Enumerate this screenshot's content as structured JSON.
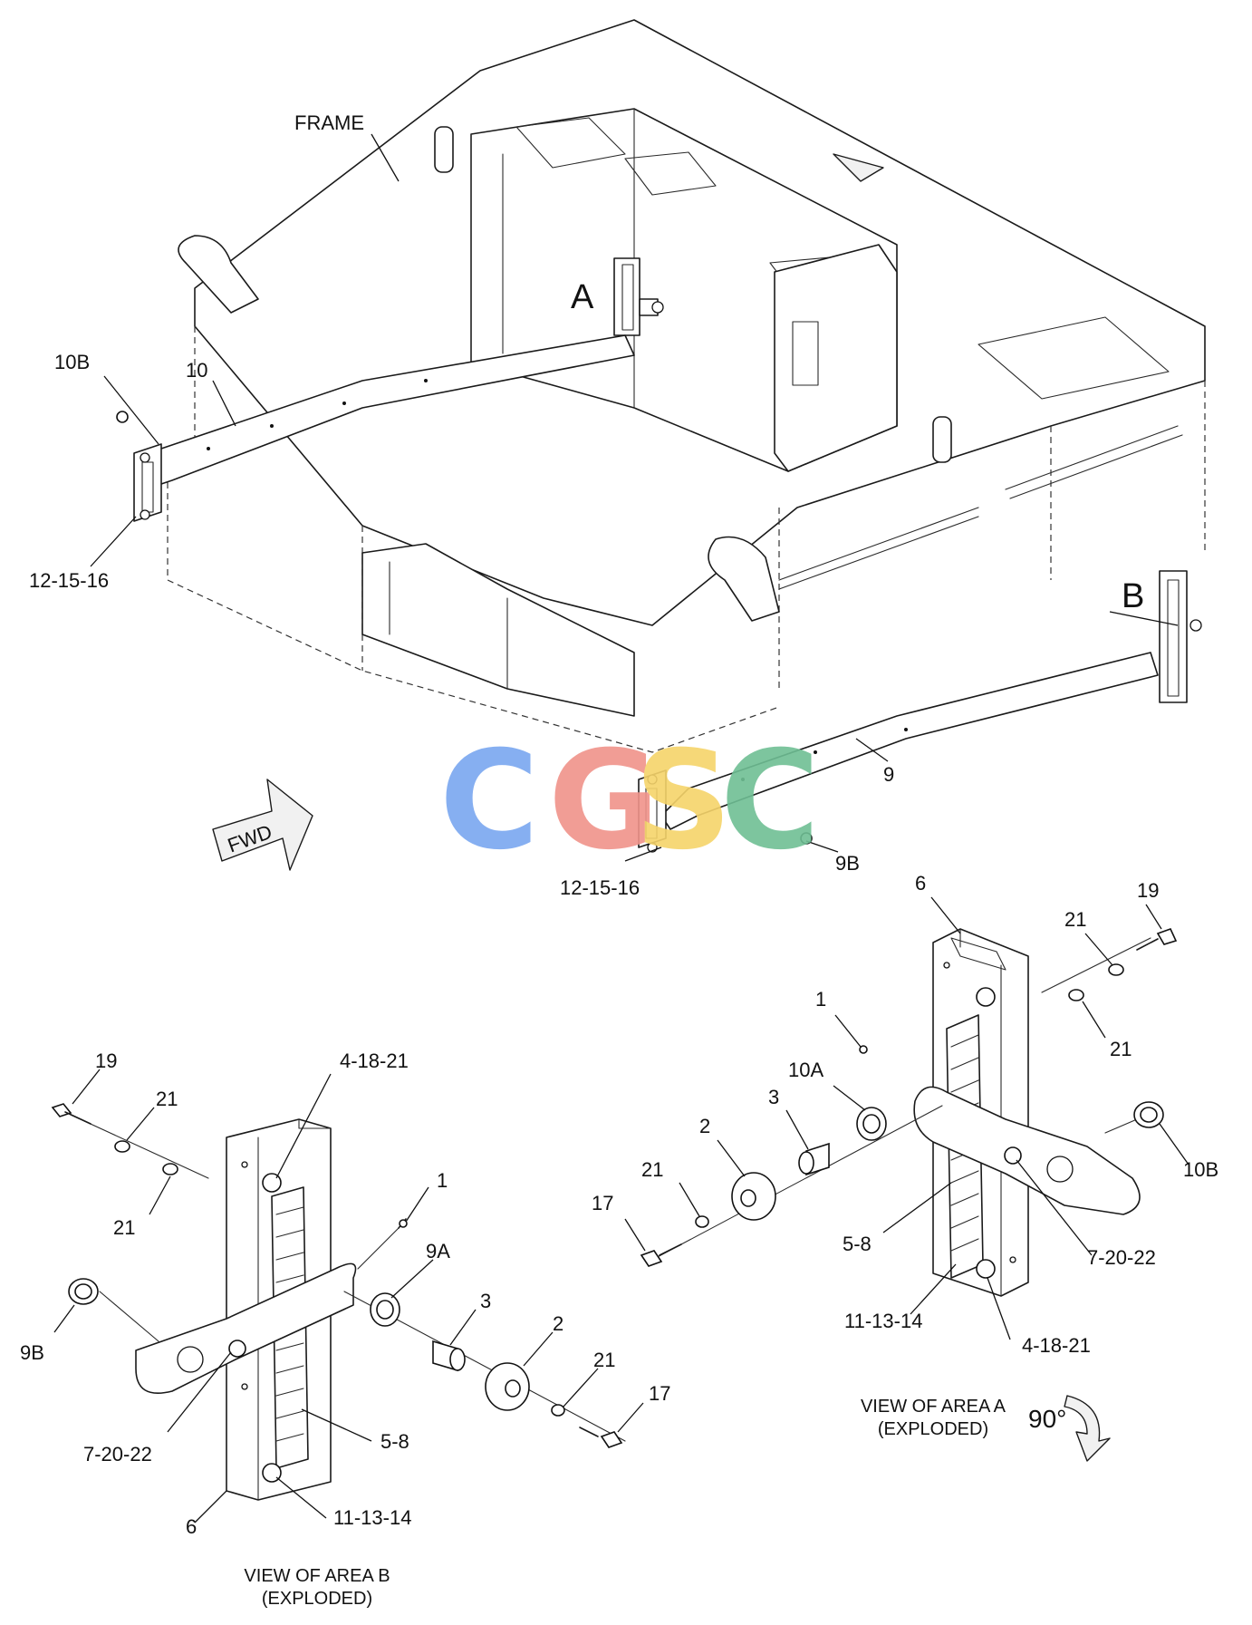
{
  "labels": {
    "frame": "FRAME",
    "area_a": "A",
    "area_b": "B",
    "fwd": "FWD",
    "p10b_top": "10B",
    "p10_top": "10",
    "p12_left": "12-15-16",
    "p9_top": "9",
    "p9b_top": "9B",
    "p12_mid": "12-15-16",
    "b_19": "19",
    "b_21a": "21",
    "b_21b": "21",
    "b_4_18_21": "4-18-21",
    "b_1": "1",
    "b_9a": "9A",
    "b_3": "3",
    "b_2": "2",
    "b_21c": "21",
    "b_17": "17",
    "b_9b": "9B",
    "b_7_20_22": "7-20-22",
    "b_5_8": "5-8",
    "b_6": "6",
    "b_11_13_14": "11-13-14",
    "a_6": "6",
    "a_19": "19",
    "a_21a": "21",
    "a_21b": "21",
    "a_1": "1",
    "a_10a": "10A",
    "a_3": "3",
    "a_2": "2",
    "a_21c": "21",
    "a_17": "17",
    "a_10b": "10B",
    "a_7_20_22": "7-20-22",
    "a_5_8": "5-8",
    "a_11_13_14": "11-13-14",
    "a_4_18_21": "4-18-21",
    "rotate": "90°"
  },
  "captions": {
    "view_b_line1": "VIEW OF AREA B",
    "view_b_line2": "(EXPLODED)",
    "view_a_line1": "VIEW OF AREA A",
    "view_a_line2": "(EXPLODED)"
  },
  "watermark": {
    "letters": [
      "C",
      "G",
      "S",
      "C"
    ],
    "colors": [
      "#7aa7f0",
      "#f0938a",
      "#f6d46a",
      "#6fbf94"
    ]
  },
  "colors": {
    "line": "#1a1a1a",
    "background": "#ffffff"
  }
}
